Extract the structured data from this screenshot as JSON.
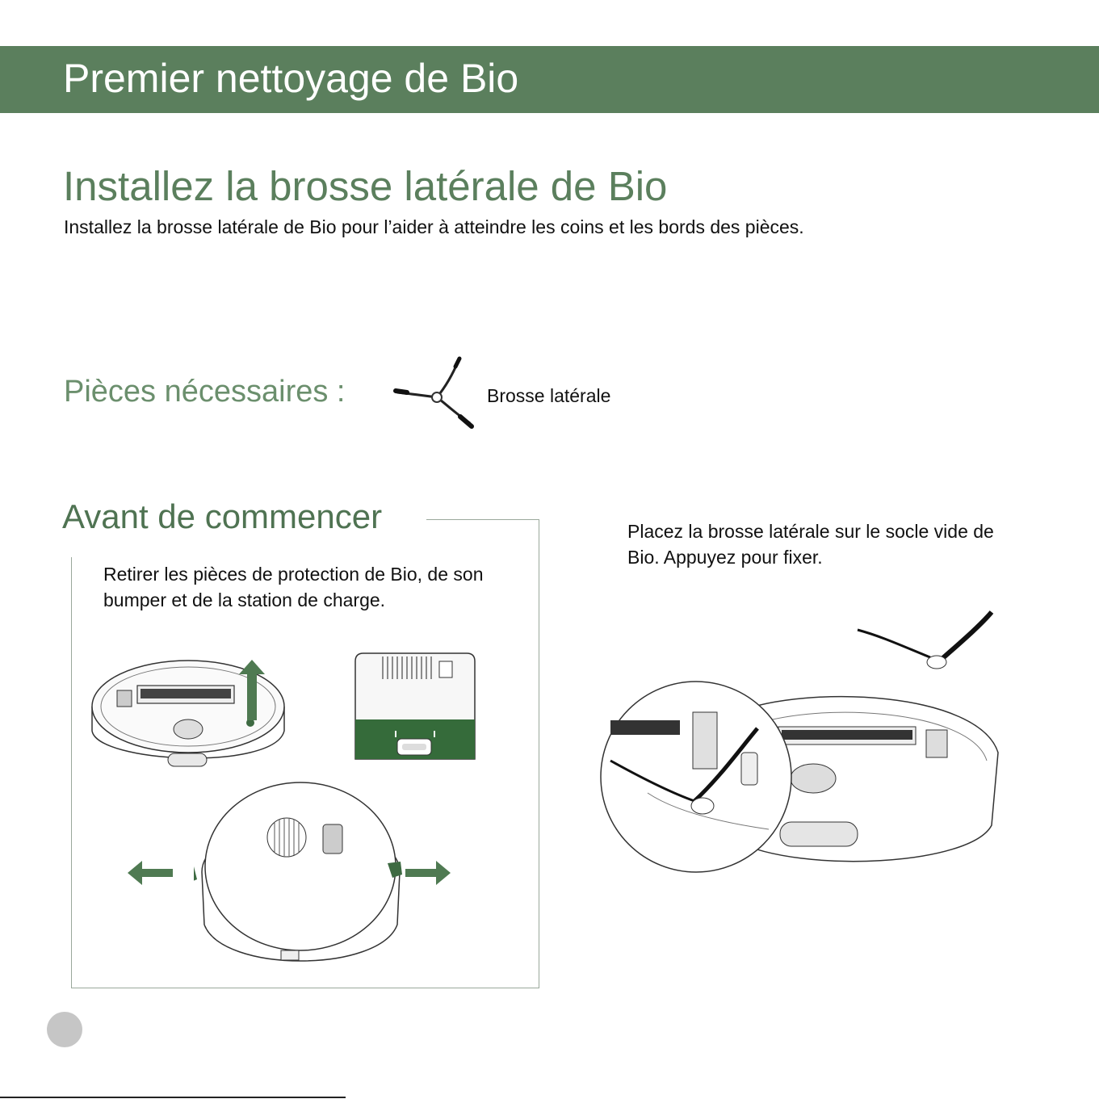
{
  "header": {
    "title": "Premier nettoyage de Bio"
  },
  "section": {
    "title": "Installez la brosse latérale de Bio",
    "description": "Installez la brosse latérale de Bio pour l’aider à atteindre les coins et les bords des pièces."
  },
  "parts": {
    "label": "Pièces nécessaires :",
    "item_label": "Brosse latérale"
  },
  "before": {
    "title": "Avant de commencer",
    "description": "Retirer les pièces de protection de Bio, de son bumper et de la station de charge."
  },
  "step": {
    "description": "Placez la brosse latérale sur le socle vide de Bio. Appuyez pour fixer."
  },
  "colors": {
    "brand_green": "#5b7f5d",
    "title_green": "#5b7f5d",
    "page_dot": "#c6c6c6"
  },
  "icons": [
    "side-brush-icon",
    "up-arrow-icon",
    "left-arrow-icon",
    "right-arrow-icon"
  ]
}
